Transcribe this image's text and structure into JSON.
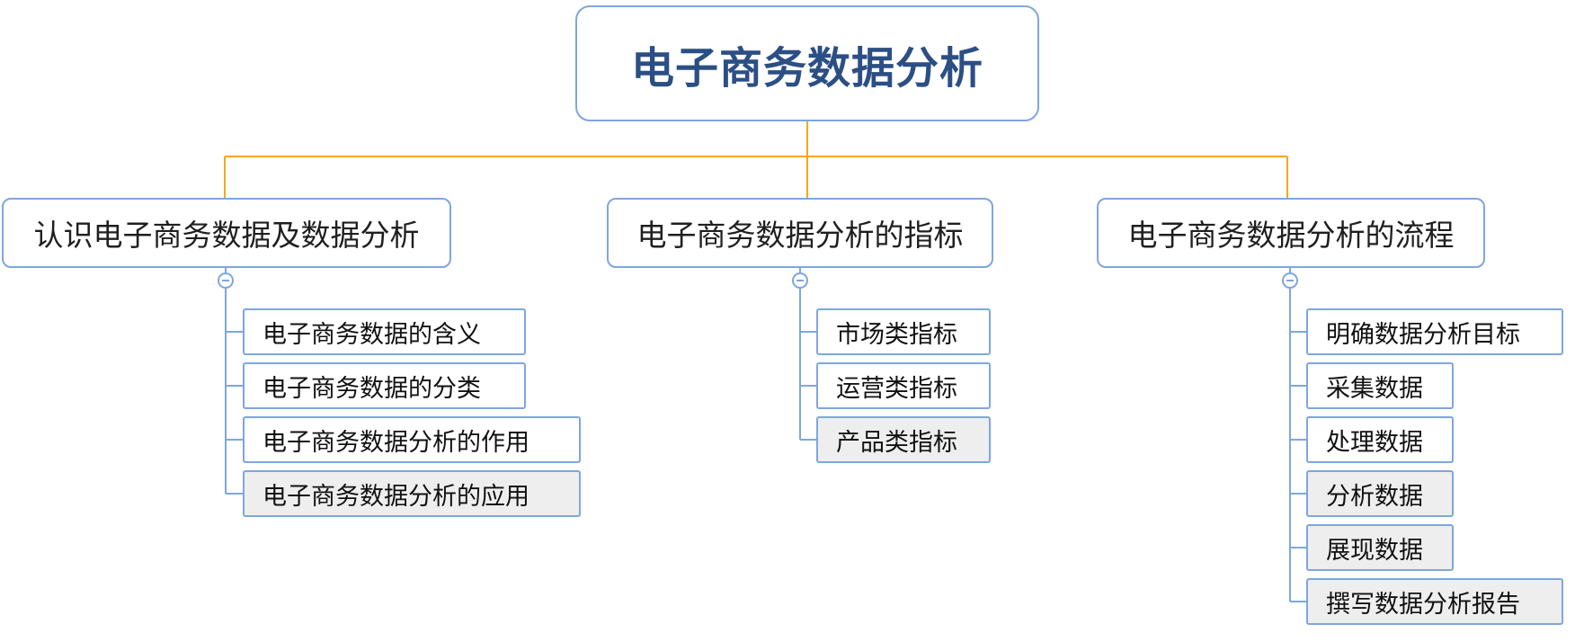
{
  "root": {
    "label": "电子商务数据分析"
  },
  "branches": [
    {
      "label": "认识电子商务数据及数据分析",
      "children": [
        {
          "label": "电子商务数据的含义",
          "shaded": false
        },
        {
          "label": "电子商务数据的分类",
          "shaded": false
        },
        {
          "label": "电子商务数据分析的作用",
          "shaded": false
        },
        {
          "label": "电子商务数据分析的应用",
          "shaded": true
        }
      ]
    },
    {
      "label": "电子商务数据分析的指标",
      "children": [
        {
          "label": "市场类指标",
          "shaded": false
        },
        {
          "label": "运营类指标",
          "shaded": false
        },
        {
          "label": "产品类指标",
          "shaded": true
        }
      ]
    },
    {
      "label": "电子商务数据分析的流程",
      "children": [
        {
          "label": "明确数据分析目标",
          "shaded": false
        },
        {
          "label": "采集数据",
          "shaded": false
        },
        {
          "label": "处理数据",
          "shaded": false
        },
        {
          "label": "分析数据",
          "shaded": true
        },
        {
          "label": "展现数据",
          "shaded": true
        },
        {
          "label": "撰写数据分析报告",
          "shaded": true
        }
      ]
    }
  ],
  "colors": {
    "root_text": "#2b4f85",
    "node_border": "#7ea6e0",
    "connector_top": "#f5a623",
    "connector_leaf": "#7ea6e0",
    "shaded_fill": "#eeeeee"
  }
}
